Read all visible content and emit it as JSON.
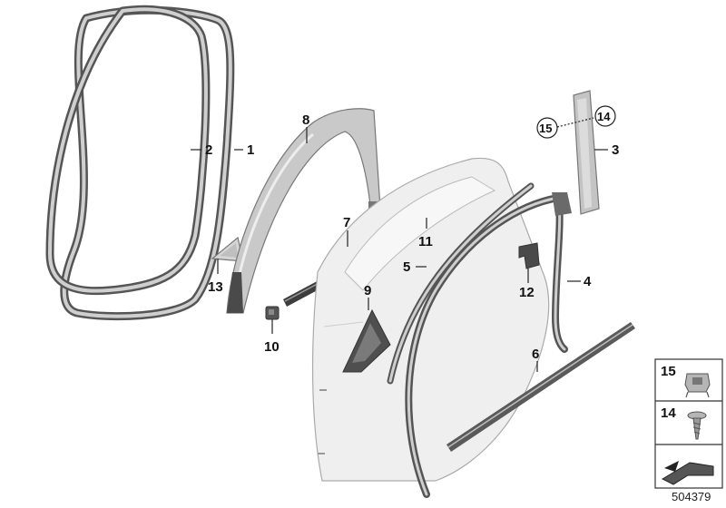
{
  "diagram": {
    "callouts": {
      "c1": "1",
      "c2": "2",
      "c3": "3",
      "c4": "4",
      "c5": "5",
      "c6": "6",
      "c7": "7",
      "c8": "8",
      "c9": "9",
      "c10": "10",
      "c11": "11",
      "c12": "12",
      "c13": "13",
      "c14": "14",
      "c15": "15"
    },
    "legend": {
      "item15": "15",
      "item14": "14"
    },
    "document_number": "504379"
  }
}
